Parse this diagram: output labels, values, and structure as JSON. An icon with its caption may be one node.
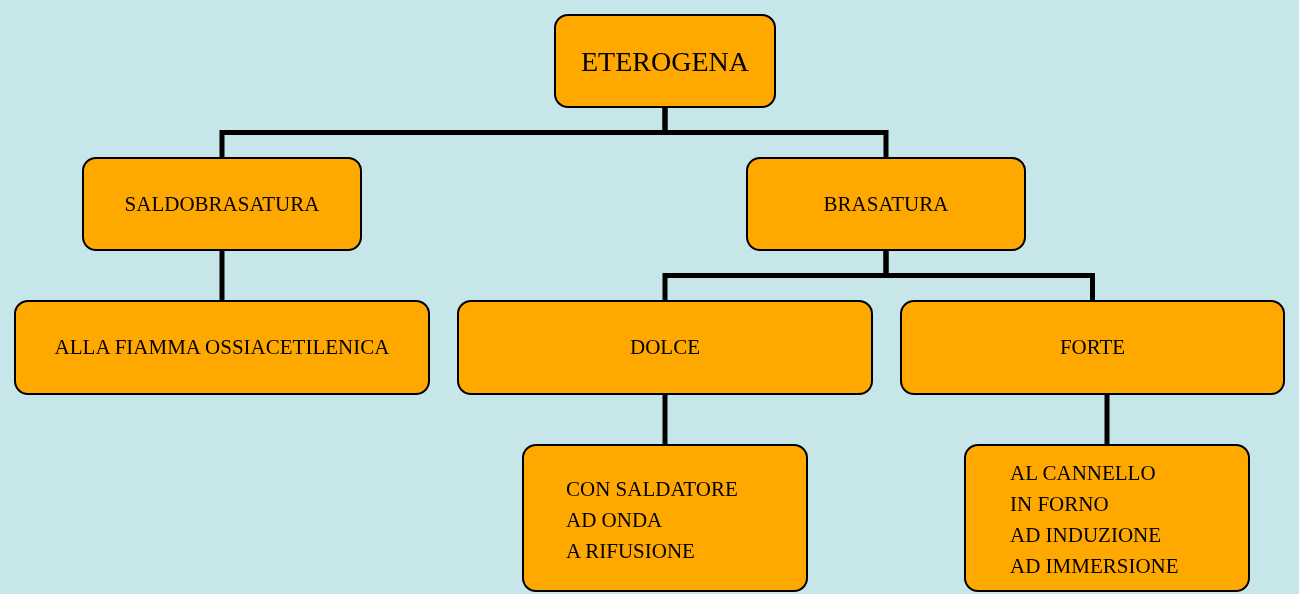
{
  "diagram": {
    "nodes": [
      {
        "text": [
          "ETEROGENA"
        ]
      },
      {
        "text": [
          "SALDOBRASATURA"
        ]
      },
      {
        "text": [
          "BRASATURA"
        ]
      },
      {
        "text": [
          "ALLA FIAMMA OSSIACETILENICA"
        ]
      },
      {
        "text": [
          "DOLCE"
        ]
      },
      {
        "text": [
          "FORTE"
        ]
      },
      {
        "text": [
          "CON SALDATORE",
          "AD ONDA",
          "A RIFUSIONE"
        ]
      },
      {
        "text": [
          "AL CANNELLO",
          "IN FORNO",
          "AD INDUZIONE",
          "AD IMMERSIONE"
        ]
      }
    ],
    "edges": [
      {
        "from": 0,
        "to": 1,
        "arrow": "none"
      },
      {
        "from": 0,
        "to": 2,
        "arrow": "none"
      },
      {
        "from": 1,
        "to": 3,
        "arrow": "none"
      },
      {
        "from": 2,
        "to": 4,
        "arrow": "none"
      },
      {
        "from": 2,
        "to": 5,
        "arrow": "none"
      },
      {
        "from": 4,
        "to": 6,
        "arrow": "none"
      },
      {
        "from": 5,
        "to": 7,
        "arrow": "none"
      }
    ]
  }
}
